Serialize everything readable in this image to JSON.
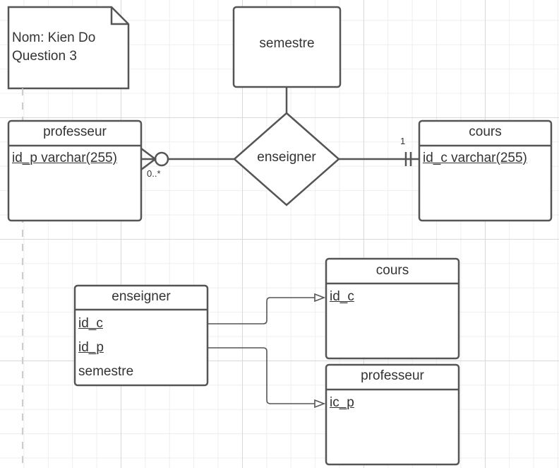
{
  "note": {
    "line1": "Nom: Kien Do",
    "line2": "Question 3"
  },
  "er": {
    "semestre": "semestre",
    "relation": "enseigner",
    "professeur": {
      "title": "professeur",
      "attr": "id_p varchar(255)"
    },
    "cours": {
      "title": "cours",
      "attr": "id_c varchar(255)"
    },
    "card_left": "0..*",
    "card_right": "1"
  },
  "relational": {
    "enseigner": {
      "title": "enseigner",
      "fields": [
        "id_c",
        "id_p",
        "semestre"
      ]
    },
    "cours": {
      "title": "cours",
      "field": "id_c"
    },
    "professeur": {
      "title": "professeur",
      "field": "ic_p"
    }
  }
}
